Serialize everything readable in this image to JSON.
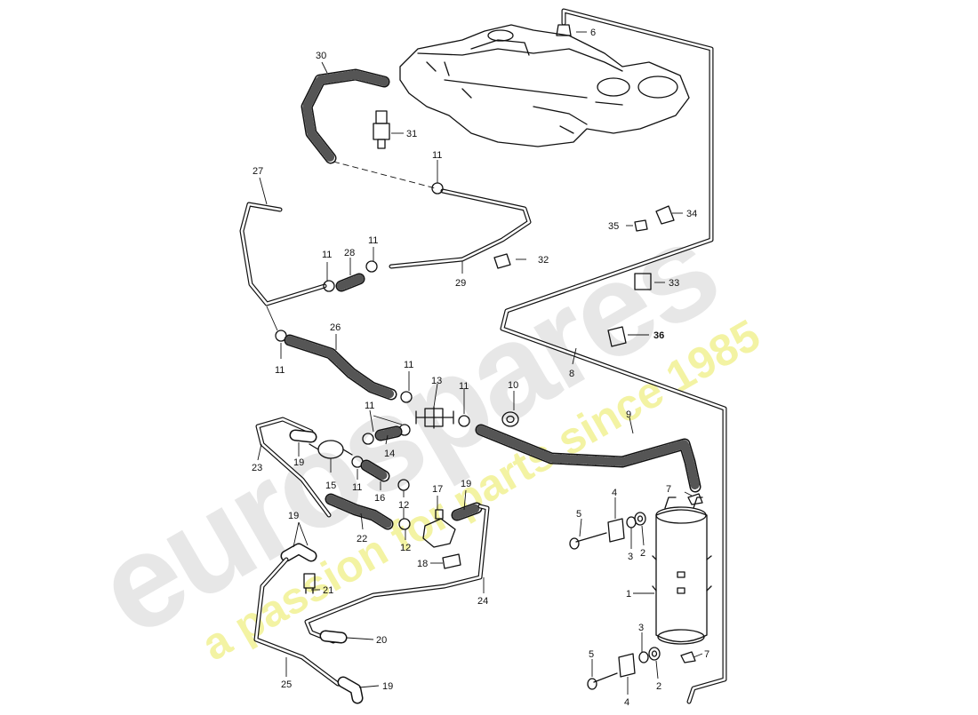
{
  "watermark": {
    "brand": "eurospares",
    "tagline": "a passion for parts since 1985",
    "brand_color": "#e3e3e3",
    "tagline_color": "#f2f29a"
  },
  "callouts": [
    {
      "id": "c30",
      "label": "30"
    },
    {
      "id": "c6",
      "label": "6"
    },
    {
      "id": "c31",
      "label": "31"
    },
    {
      "id": "c27",
      "label": "27"
    },
    {
      "id": "c11a",
      "label": "11"
    },
    {
      "id": "c34",
      "label": "34"
    },
    {
      "id": "c35",
      "label": "35"
    },
    {
      "id": "c11b",
      "label": "11"
    },
    {
      "id": "c28",
      "label": "28"
    },
    {
      "id": "c11c",
      "label": "11"
    },
    {
      "id": "c32",
      "label": "32"
    },
    {
      "id": "c29",
      "label": "29"
    },
    {
      "id": "c33",
      "label": "33"
    },
    {
      "id": "c26",
      "label": "26"
    },
    {
      "id": "c36",
      "label": "36"
    },
    {
      "id": "c11d",
      "label": "11"
    },
    {
      "id": "c8",
      "label": "8"
    },
    {
      "id": "c11e",
      "label": "11"
    },
    {
      "id": "c13",
      "label": "13"
    },
    {
      "id": "c11f",
      "label": "11"
    },
    {
      "id": "c10",
      "label": "10"
    },
    {
      "id": "c11g",
      "label": "11"
    },
    {
      "id": "c9",
      "label": "9"
    },
    {
      "id": "c14",
      "label": "14"
    },
    {
      "id": "c23",
      "label": "23"
    },
    {
      "id": "c19a",
      "label": "19"
    },
    {
      "id": "c15",
      "label": "15"
    },
    {
      "id": "c11h",
      "label": "11"
    },
    {
      "id": "c16",
      "label": "16"
    },
    {
      "id": "c12a",
      "label": "12"
    },
    {
      "id": "c17",
      "label": "17"
    },
    {
      "id": "c19b",
      "label": "19"
    },
    {
      "id": "c7a",
      "label": "7"
    },
    {
      "id": "c4a",
      "label": "4"
    },
    {
      "id": "c5a",
      "label": "5"
    },
    {
      "id": "c3a",
      "label": "3"
    },
    {
      "id": "c2a",
      "label": "2"
    },
    {
      "id": "c22",
      "label": "22"
    },
    {
      "id": "c19c",
      "label": "19"
    },
    {
      "id": "c12b",
      "label": "12"
    },
    {
      "id": "c18",
      "label": "18"
    },
    {
      "id": "c1",
      "label": "1"
    },
    {
      "id": "c21",
      "label": "21"
    },
    {
      "id": "c24",
      "label": "24"
    },
    {
      "id": "c20",
      "label": "20"
    },
    {
      "id": "c3b",
      "label": "3"
    },
    {
      "id": "c5b",
      "label": "5"
    },
    {
      "id": "c7b",
      "label": "7"
    },
    {
      "id": "c2b",
      "label": "2"
    },
    {
      "id": "c25",
      "label": "25"
    },
    {
      "id": "c19d",
      "label": "19"
    },
    {
      "id": "c4b",
      "label": "4"
    }
  ]
}
